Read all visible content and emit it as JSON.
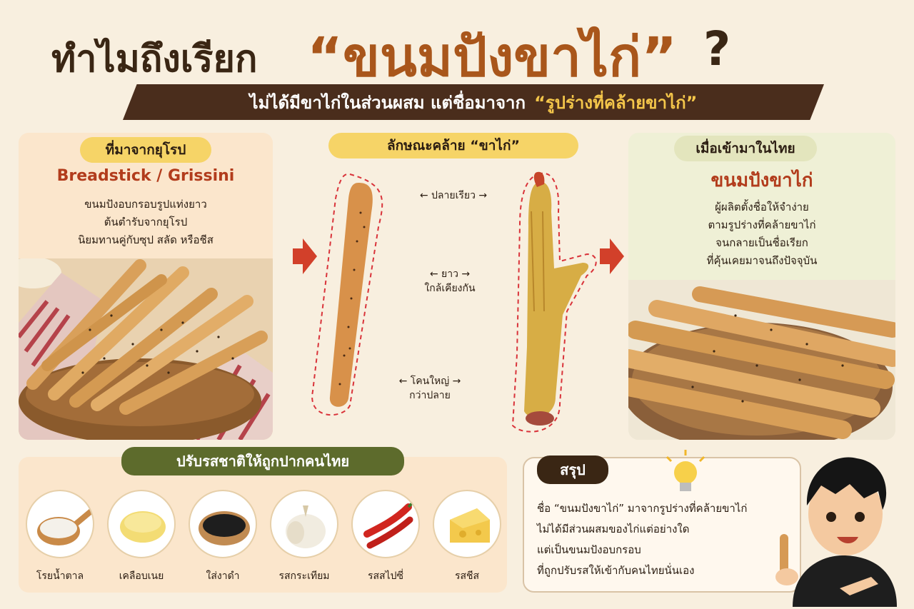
{
  "title": {
    "prefix": "ทำไมถึงเรียก",
    "highlight": "“ขนมปังขาไก่”",
    "question": "?"
  },
  "banner": {
    "text_a": "ไม่ได้มีขาไก่ในส่วนผสม แต่ชื่อมาจาก",
    "text_b": "“รูปร่างที่คล้ายขาไก่”"
  },
  "origin": {
    "heading": "ที่มาจากยุโรป",
    "name": "Breadstick / Grissini",
    "desc": [
      "ขนมปังอบกรอบรูปแท่งยาว",
      "ต้นตำรับจากยุโรป",
      "นิยมทานคู่กับซุป สลัด หรือชีส"
    ]
  },
  "compare": {
    "heading": "ลักษณะคล้าย “ขาไก่”",
    "tip": "ปลายเรียว",
    "length_a": "ยาว",
    "length_b": "ใกล้เคียงกัน",
    "base_a": "โคนใหญ่",
    "base_b": "กว่าปลาย"
  },
  "thailand": {
    "heading": "เมื่อเข้ามาในไทย",
    "name": "ขนมปังขาไก่",
    "desc": [
      "ผู้ผลิตตั้งชื่อให้จำง่าย",
      "ตามรูปร่างที่คล้ายขาไก่",
      "จนกลายเป็นชื่อเรียก",
      "ที่คุ้นเคยมาจนถึงปัจจุบัน"
    ]
  },
  "flavors": {
    "heading": "ปรับรสชาติให้ถูกปากคนไทย",
    "items": [
      "โรยน้ำตาล",
      "เคลือบเนย",
      "ใส่งาดำ",
      "รสกระเทียม",
      "รสสไปซี่",
      "รสชีส"
    ]
  },
  "summary": {
    "title": "สรุป",
    "lines": [
      "ชื่อ “ขนมปังขาไก่” มาจากรูปร่างที่คล้ายขาไก่",
      "ไม่ได้มีส่วนผสมของไก่แต่อย่างใด",
      "แต่เป็นขนมปังอบกรอบ",
      "ที่ถูกปรับรสให้เข้ากับคนไทยนั่นเอง"
    ]
  },
  "icons": {
    "arrow": "right-arrow-icon",
    "bulb": "light-bulb-icon"
  }
}
